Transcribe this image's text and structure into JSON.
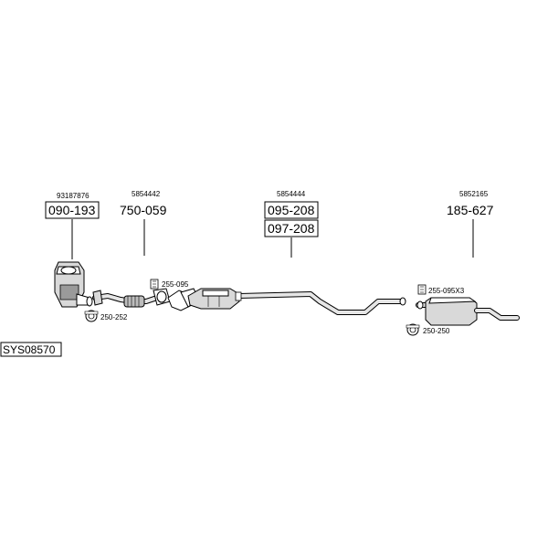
{
  "diagram": {
    "system_code": "SYS08570",
    "parts": [
      {
        "ref": "93187876",
        "part_no": "090-193",
        "boxed": true
      },
      {
        "ref": "5854442",
        "part_no": "750-059",
        "boxed": false
      },
      {
        "ref": "5854444",
        "part_no": "095-208",
        "part_no_2": "097-208",
        "boxed": true
      },
      {
        "ref": "5852165",
        "part_no": "185-627",
        "boxed": false
      }
    ],
    "fittings": [
      {
        "label": "255-095"
      },
      {
        "label": "250-252"
      },
      {
        "label": "255-095X3"
      },
      {
        "label": "250-250"
      }
    ]
  }
}
